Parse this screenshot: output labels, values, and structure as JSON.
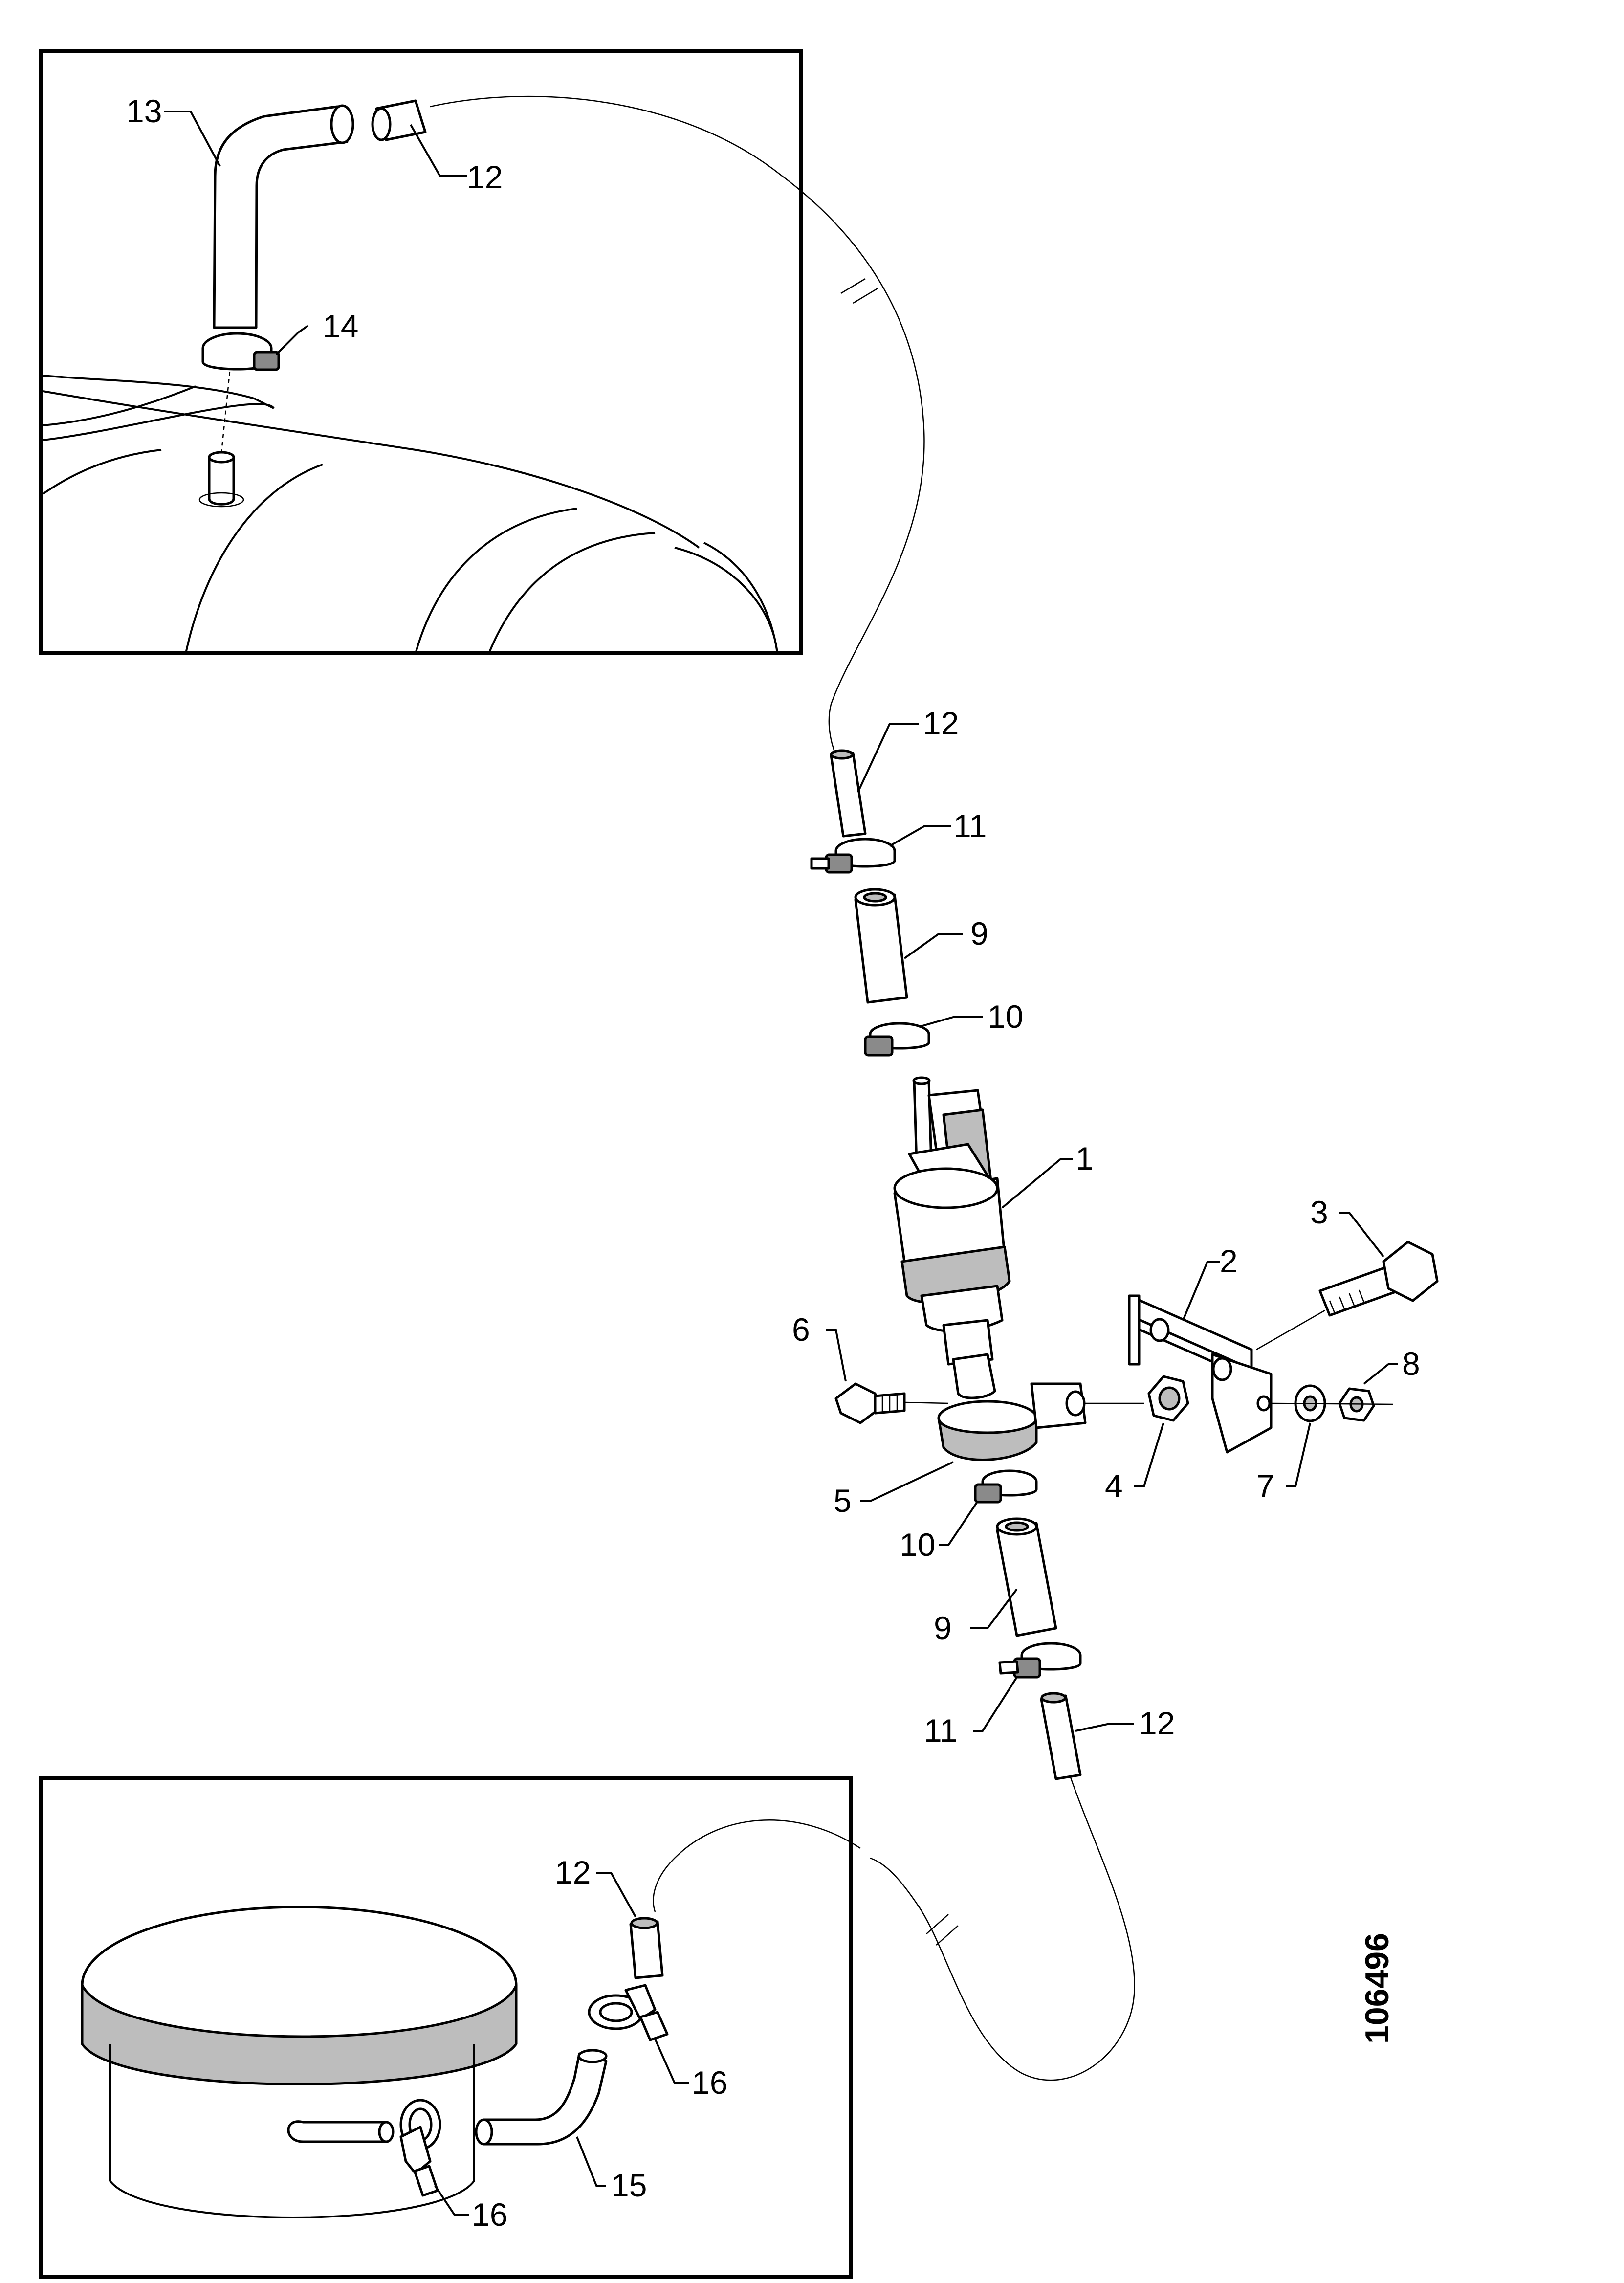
{
  "drawing_number": "106496",
  "callouts": {
    "c1": "1",
    "c2": "2",
    "c3": "3",
    "c4": "4",
    "c5": "5",
    "c6": "6",
    "c7": "7",
    "c8": "8",
    "c9_top": "9",
    "c9_bottom": "9",
    "c10_top": "10",
    "c10_bottom": "10",
    "c11_top": "11",
    "c11_bottom": "11",
    "c12_inset_top": "12",
    "c12_upper": "12",
    "c12_lower": "12",
    "c12_inset_bottom": "12",
    "c13": "13",
    "c14": "14",
    "c15": "15",
    "c16_upper": "16",
    "c16_lower": "16"
  }
}
